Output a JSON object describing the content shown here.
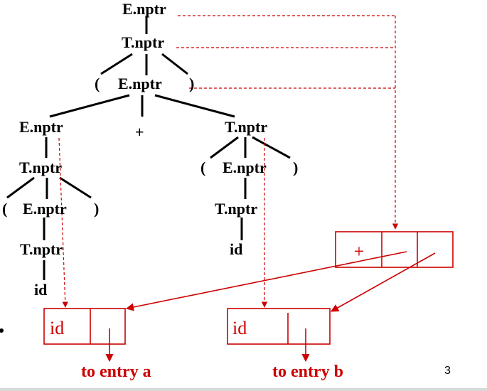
{
  "nodes": {
    "root": "E.nptr",
    "t1": "T.nptr",
    "e2": "E.nptr",
    "e3": "E.nptr",
    "t4": "T.nptr",
    "e5": "E.nptr",
    "t6": "T.nptr",
    "t7": "T.nptr",
    "e8": "E.nptr",
    "t9": "T.nptr"
  },
  "symbols": {
    "lparen1": "(",
    "rparen1": ")",
    "plus": "+",
    "lparen2": "(",
    "rparen2": ")",
    "lparen3": "(",
    "rparen3": ")",
    "id_a": "id",
    "id_b": "id"
  },
  "memory": {
    "op_label": "+",
    "leaf_a_label": "id",
    "leaf_b_label": "id"
  },
  "labels": {
    "entry_a": "to entry a",
    "entry_b": "to entry b"
  },
  "page_number": "3",
  "colors": {
    "tree": "#000000",
    "annotation": "#cc0000"
  }
}
